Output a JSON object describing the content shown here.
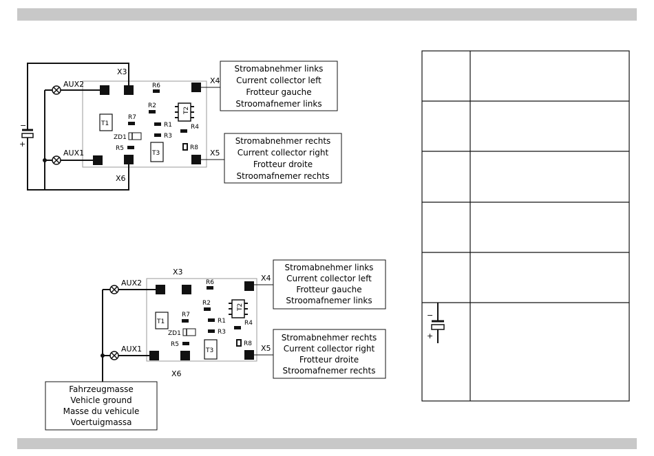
{
  "diagram_top": {
    "labels": {
      "aux2": "AUX2",
      "aux1": "AUX1",
      "x3": "X3",
      "x4": "X4",
      "x5": "X5",
      "x6": "X6",
      "r6": "R6",
      "r2": "R2",
      "r7": "R7",
      "r1": "R1",
      "r3": "R3",
      "r4": "R4",
      "r5": "R5",
      "r8": "R8",
      "t1": "T1",
      "t2": "T2",
      "t3": "T3",
      "zd1": "ZD1",
      "minus": "−",
      "plus": "+"
    },
    "box_left": [
      "Stromabnehmer links",
      "Current collector left",
      "Frotteur gauche",
      "Stroomafnemer links"
    ],
    "box_right": [
      "Stromabnehmer rechts",
      "Current collector right",
      "Frotteur droite",
      "Stroomafnemer rechts"
    ]
  },
  "diagram_bottom": {
    "labels": {
      "aux2": "AUX2",
      "aux1": "AUX1",
      "x3": "X3",
      "x4": "X4",
      "x5": "X5",
      "x6": "X6",
      "r6": "R6",
      "r2": "R2",
      "r7": "R7",
      "r1": "R1",
      "r3": "R3",
      "r4": "R4",
      "r5": "R5",
      "r8": "R8",
      "t1": "T1",
      "t2": "T2",
      "t3": "T3",
      "zd1": "ZD1"
    },
    "box_left": [
      "Stromabnehmer links",
      "Current collector left",
      "Frotteur gauche",
      "Stroomafnemer links"
    ],
    "box_right": [
      "Stromabnehmer rechts",
      "Current collector right",
      "Frotteur droite",
      "Stroomafnemer rechts"
    ],
    "box_ground": [
      "Fahrzeugmasse",
      "Vehicle ground",
      "Masse du vehicule",
      "Voertuigmassa"
    ]
  },
  "legend_table": {
    "minus": "−",
    "plus": "+"
  }
}
